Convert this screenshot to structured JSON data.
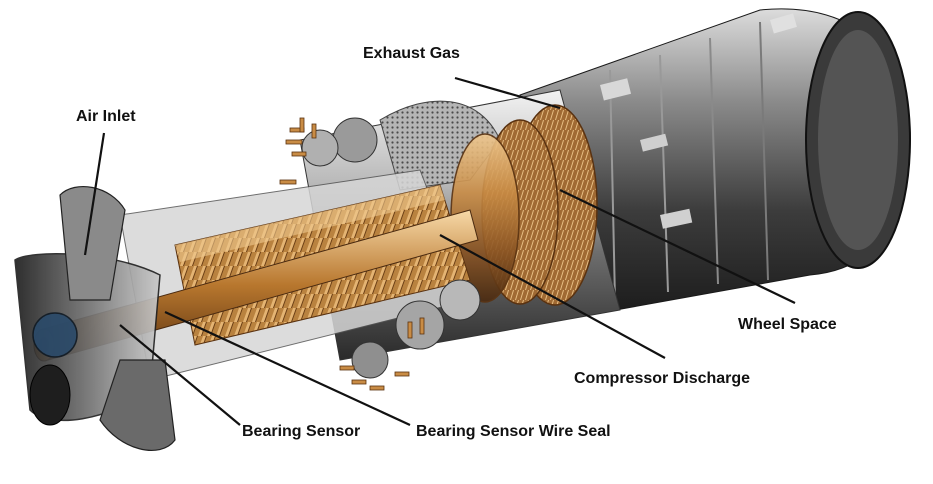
{
  "labels": {
    "air_inlet": "Air Inlet",
    "exhaust_gas": "Exhaust Gas",
    "wheel_space": "Wheel Space",
    "compressor_discharge": "Compressor Discharge",
    "bearing_sensor": "Bearing Sensor",
    "bearing_sensor_wire_seal": "Bearing Sensor Wire Seal"
  },
  "colors": {
    "background": "#ffffff",
    "label_text": "#111111",
    "leader_line": "#111111",
    "casing_dark": "#2b2b2b",
    "casing_silver": "#c9c9c9",
    "rotor_bronze": "#b07a3a",
    "rotor_highlight": "#e6b878"
  }
}
